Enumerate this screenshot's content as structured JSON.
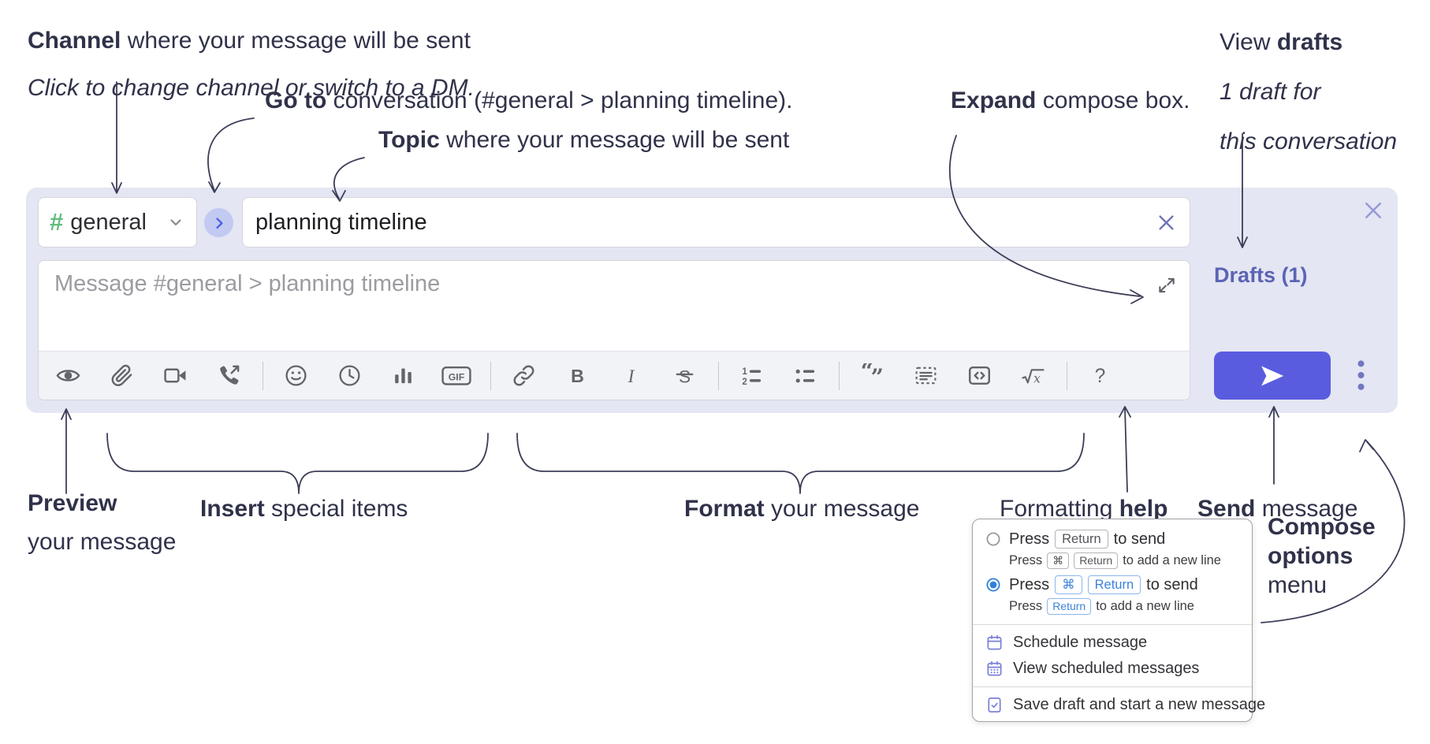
{
  "colors": {
    "annotation_ink": "#30324a",
    "compose_background": "#e4e6f3",
    "send_button": "#5a5ce0",
    "drafts_link": "#5b64b4",
    "hash_green": "#63bd7d",
    "key_blue": "#3c82d9",
    "radio_selected": "#2f80d8",
    "menu_icon_purple": "#7a80d8"
  },
  "annotations": {
    "channel": {
      "bold": "Channel",
      "text": " where your message will be sent",
      "italic": "Click to change channel or switch to a DM."
    },
    "go_to": {
      "bold": "Go to",
      "text": " conversation (#general > planning timeline)."
    },
    "topic": {
      "bold": "Topic",
      "text": " where your message will be sent"
    },
    "expand": {
      "bold": "Expand",
      "text": " compose box."
    },
    "view_drafts": {
      "text": "View ",
      "bold": "drafts",
      "italic_line1": "1 draft for",
      "italic_line2": "this conversation"
    },
    "preview": {
      "bold": "Preview",
      "line2": "your message"
    },
    "insert": {
      "bold": "Insert",
      "text": " special items"
    },
    "format": {
      "bold": "Format",
      "text": " your message"
    },
    "formatting_help": {
      "text": "Formatting ",
      "bold": "help"
    },
    "send": {
      "bold": "Send",
      "text": " message"
    },
    "compose_options": {
      "bold_line1": "Compose",
      "bold_line2": "options",
      "line3": "menu"
    }
  },
  "compose": {
    "channel_selector": {
      "hash": "#",
      "channel_name": "general"
    },
    "topic_input": {
      "value": "planning timeline"
    },
    "message_input": {
      "placeholder": "Message #general > planning timeline"
    },
    "drafts_link": "Drafts (1)",
    "toolbar": {
      "groups": [
        [
          {
            "name": "preview"
          },
          {
            "name": "attach"
          },
          {
            "name": "video-call"
          },
          {
            "name": "audio-call"
          }
        ],
        [
          {
            "name": "emoji"
          },
          {
            "name": "time"
          },
          {
            "name": "poll"
          },
          {
            "name": "gif",
            "text": "GIF"
          }
        ],
        [
          {
            "name": "link"
          },
          {
            "name": "bold",
            "text": "B"
          },
          {
            "name": "italic",
            "text": "I"
          },
          {
            "name": "strikethrough",
            "text": "S"
          }
        ],
        [
          {
            "name": "numbered-list"
          },
          {
            "name": "bulleted-list"
          }
        ],
        [
          {
            "name": "quote"
          },
          {
            "name": "spoiler"
          },
          {
            "name": "code"
          },
          {
            "name": "math",
            "text": "x"
          }
        ],
        [
          {
            "name": "help",
            "text": "?"
          }
        ]
      ]
    }
  },
  "options_menu": {
    "radios": [
      {
        "id": "press-return-to-send",
        "selected": false,
        "main": [
          {
            "text": "Press"
          },
          {
            "key": "Return"
          },
          {
            "text": "to send"
          }
        ],
        "sub": [
          {
            "text": "Press"
          },
          {
            "key": "⌘"
          },
          {
            "key": "Return"
          },
          {
            "text": "to add a new line"
          }
        ]
      },
      {
        "id": "press-cmd-return-to-send",
        "selected": true,
        "main": [
          {
            "text": "Press"
          },
          {
            "key": "⌘"
          },
          {
            "key": "Return"
          },
          {
            "text": "to send"
          }
        ],
        "sub": [
          {
            "text": "Press"
          },
          {
            "key": "Return"
          },
          {
            "text": "to add a new line"
          }
        ]
      }
    ],
    "items": [
      {
        "id": "schedule-message",
        "icon": "calendar",
        "label": "Schedule message"
      },
      {
        "id": "view-scheduled-messages",
        "icon": "calendar-grid",
        "label": "View scheduled messages",
        "divider_after": true
      },
      {
        "id": "save-draft-new-message",
        "icon": "file-check",
        "label": "Save draft and start a new message"
      }
    ]
  }
}
